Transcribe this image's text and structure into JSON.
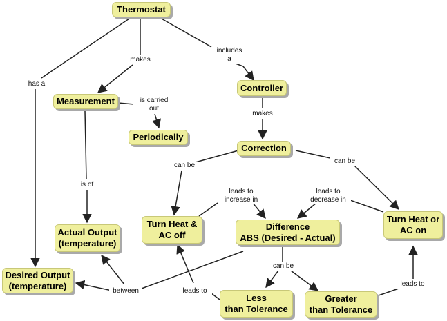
{
  "concepts": {
    "thermostat": "Thermostat",
    "measurement": "Measurement",
    "periodically": "Periodically",
    "controller": "Controller",
    "correction": "Correction",
    "turn_off": [
      "Turn Heat &",
      "AC off"
    ],
    "difference": [
      "Difference",
      "ABS (Desired - Actual)"
    ],
    "turn_on": [
      "Turn Heat or",
      "AC on"
    ],
    "actual_output": [
      "Actual Output",
      "(temperature)"
    ],
    "desired_output": [
      "Desired Output",
      "(temperature)"
    ],
    "less": [
      "Less",
      "than Tolerance"
    ],
    "greater": [
      "Greater",
      "than Tolerance"
    ]
  },
  "links": {
    "has_a": "has a",
    "makes_1": "makes",
    "includes_a": [
      "includes",
      "a"
    ],
    "is_carried_out": [
      "is carried",
      "out"
    ],
    "makes_2": "makes",
    "can_be_1": "can be",
    "can_be_2": "can be",
    "is_of": "is of",
    "leads_to_increase": [
      "leads to",
      "increase in"
    ],
    "leads_to_decrease": [
      "leads to",
      "decrease in"
    ],
    "can_be_3": "can be",
    "between": "between",
    "leads_to_1": "leads to",
    "leads_to_2": "leads to"
  },
  "colors": {
    "node_fill": "#efef9d",
    "node_border": "#c8c878",
    "shadow": "#a9a9a9",
    "line": "#222222"
  }
}
